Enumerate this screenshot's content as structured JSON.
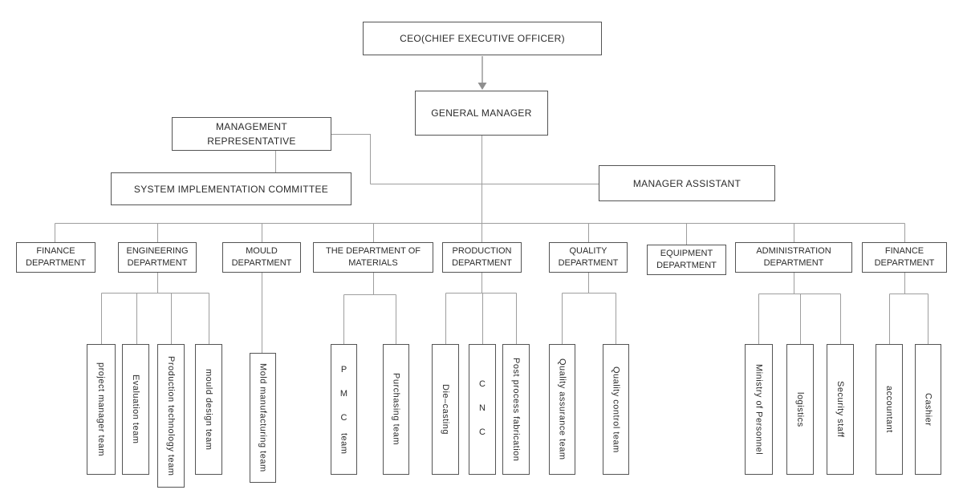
{
  "nodes": {
    "ceo": "CEO(CHIEF EXECUTIVE OFFICER)",
    "general_manager": "GENERAL MANAGER",
    "management_representative": "MANAGEMENT REPRESENTATIVE",
    "system_implementation_committee": "SYSTEM IMPLEMENTATION COMMITTEE",
    "manager_assistant": "MANAGER ASSISTANT"
  },
  "departments": [
    {
      "id": "finance-left",
      "label": "FINANCE DEPARTMENT",
      "teams": []
    },
    {
      "id": "engineering",
      "label": "ENGINEERING DEPARTMENT",
      "teams": [
        {
          "label": "project manager team"
        },
        {
          "label": "Evaluation team"
        },
        {
          "label": "Production technology team"
        },
        {
          "label": "mould design team"
        }
      ]
    },
    {
      "id": "mould",
      "label": "MOULD DEPARTMENT",
      "teams": [
        {
          "label": "Mold manufacturing team"
        }
      ]
    },
    {
      "id": "materials",
      "label": "THE DEPARTMENT OF MATERIALS",
      "teams": [
        {
          "upright": "P M C",
          "rest": "team"
        },
        {
          "label": "Purchasing team"
        }
      ]
    },
    {
      "id": "production",
      "label": "PRODUCTION DEPARTMENT",
      "teams": [
        {
          "label": "Die–casting"
        },
        {
          "upright": "C N C"
        },
        {
          "label": "Post process fabrication"
        }
      ]
    },
    {
      "id": "quality",
      "label": "QUALITY DEPARTMENT",
      "teams": [
        {
          "label": "Quality assurance team"
        },
        {
          "label": "Quality control team"
        }
      ]
    },
    {
      "id": "equipment",
      "label": "EQUIPMENT DEPARTMENT",
      "teams": []
    },
    {
      "id": "administration",
      "label": "ADMINISTRATION DEPARTMENT",
      "teams": [
        {
          "label": "Ministry of Personnel"
        },
        {
          "label": "logistics"
        },
        {
          "label": "Security staff"
        }
      ]
    },
    {
      "id": "finance-right",
      "label": "FINANCE DEPARTMENT",
      "teams": [
        {
          "label": "accountant"
        },
        {
          "label": "Cashier"
        }
      ]
    }
  ],
  "colors": {
    "background": "#ffffff",
    "box_border": "#545454",
    "text": "#2b2b2b",
    "connector": "#9e9e9e",
    "arrow_shaft": "#b3b3b3",
    "arrow_head": "#8f8f8f"
  }
}
